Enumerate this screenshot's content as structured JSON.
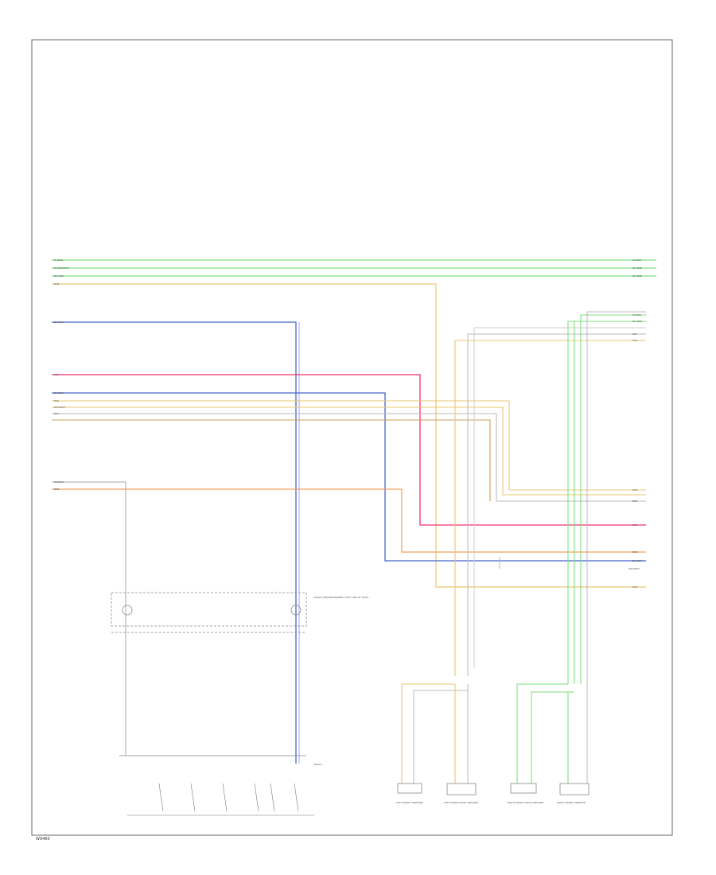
{
  "colors": {
    "border": "#555555",
    "wire_green": "#7de07d",
    "wire_blue": "#4466cc",
    "wire_pink": "#f0306a",
    "wire_tan": "#e8c870",
    "wire_orange": "#f5a060",
    "wire_peach": "#f8c8a0",
    "wire_gray": "#bbbbbb",
    "wire_lightblue": "#99aadd",
    "wire_black": "#444444"
  },
  "labels": {
    "lt_grn_left": "LT GRN",
    "lt_grn_blk_left": "LT GRN/WHT",
    "dk_grn_left": "DK GRN",
    "tan_left": "TAN",
    "blu_blk_left": "BLU/BLK",
    "pnk_left": "PNK",
    "blu_blk2_left": "BLU/BLK",
    "tan2_left": "TAN",
    "gry_wht_left": "GRY/WHT",
    "gry_left": "GRY",
    "slt_blk_left": "SLT/BLK",
    "brn_left": "BRN",
    "lt_grn_right": "LT GRN",
    "lt_grn_blk_right": "DK GRN",
    "dk_grn_right": "DK GRN",
    "grn_right": "LT GRN",
    "dk_grn2_right": "DK GRN",
    "gry_right": "GRY",
    "tan_right": "TAN",
    "tan2_right": "TAN",
    "brn_right": "BRN",
    "pnk_right": "PNK",
    "brn2_right": "BRN",
    "blu_blk_right": "BLU/BLK",
    "gry_wht_right": "GRY/WHT",
    "tan3_right": "TAN",
    "module_label": "RADIO (ENTERTAINMENT) LEFT SIDE OF DASH",
    "radio_label": "RADIO",
    "spk1": "LEFT FRONT TWEETER",
    "spk2": "LEFT FRONT DOOR SPEAKER",
    "spk3": "RIGHT FRONT DOOR SPEAKER",
    "spk4": "RIGHT FRONT TWEETER"
  },
  "footer": {
    "code": "W9460"
  }
}
